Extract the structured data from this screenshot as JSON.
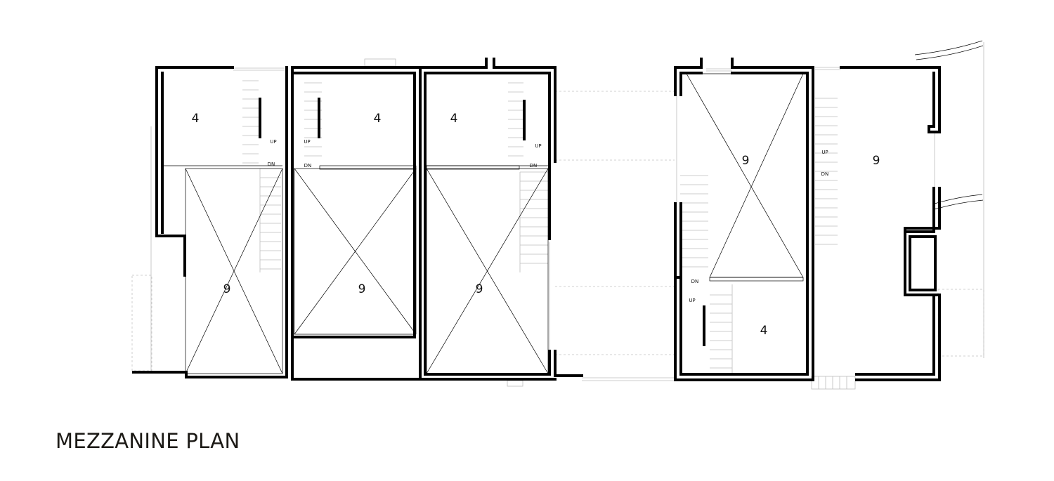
{
  "plan": {
    "title": "MEZZANINE PLAN",
    "rooms": [
      {
        "id": "u1-upper",
        "label": "4"
      },
      {
        "id": "u1-void",
        "label": "9"
      },
      {
        "id": "u2-upper",
        "label": "4"
      },
      {
        "id": "u2-void",
        "label": "9"
      },
      {
        "id": "u3-upper",
        "label": "4"
      },
      {
        "id": "u3-void",
        "label": "9"
      },
      {
        "id": "u4-void",
        "label": "9"
      },
      {
        "id": "u4-lower",
        "label": "4"
      },
      {
        "id": "u5-room",
        "label": "9"
      }
    ],
    "stair_labels": [
      {
        "id": "u1-up",
        "text": "UP"
      },
      {
        "id": "u1-dn",
        "text": "DN"
      },
      {
        "id": "u2-up",
        "text": "UP"
      },
      {
        "id": "u2-dn",
        "text": "DN"
      },
      {
        "id": "u3-up",
        "text": "UP"
      },
      {
        "id": "u3-dn",
        "text": "DN"
      },
      {
        "id": "u4-dn",
        "text": "DN"
      },
      {
        "id": "u4-up",
        "text": "UP"
      },
      {
        "id": "u5-up",
        "text": "UP"
      },
      {
        "id": "u5-dn",
        "text": "DN"
      }
    ]
  }
}
